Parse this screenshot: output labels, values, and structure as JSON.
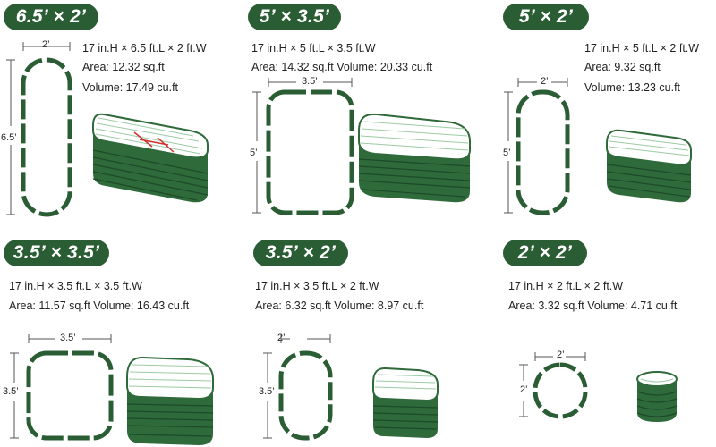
{
  "colors": {
    "green": "#2a5d34",
    "green_light": "#4c8a56",
    "frame": "#2f6a3a",
    "text": "#222222"
  },
  "panels": [
    {
      "title": "6.5’ × 2’",
      "line1": "17 in.H × 6.5 ft.L × 2 ft.W",
      "line2": "Area: 12.32 sq.ft",
      "line3": "Volume: 17.49 cu.ft",
      "width_label": "2’",
      "length_label": "6.5’"
    },
    {
      "title": "5’ × 3.5’",
      "line1": "17 in.H × 5 ft.L × 3.5 ft.W",
      "line2": "Area: 14.32 sq.ft Volume: 20.33 cu.ft",
      "width_label": "3.5’",
      "length_label": "5’"
    },
    {
      "title": "5’ × 2’",
      "line1": "17 in.H × 5 ft.L × 2 ft.W",
      "line2": "Area: 9.32 sq.ft",
      "line3": "Volume: 13.23 cu.ft",
      "width_label": "2’",
      "length_label": "5’"
    },
    {
      "title": "3.5’ × 3.5’",
      "line1": "17 in.H × 3.5 ft.L × 3.5 ft.W",
      "line2": "Area: 11.57 sq.ft Volume: 16.43 cu.ft",
      "width_label": "3.5’",
      "length_label": "3.5’"
    },
    {
      "title": "3.5’ × 2’",
      "line1": "17 in.H × 3.5 ft.L × 2 ft.W",
      "line2": "Area: 6.32 sq.ft Volume: 8.97 cu.ft",
      "width_label": "2’",
      "length_label": "3.5’"
    },
    {
      "title": "2’ × 2’",
      "line1": "17 in.H × 2 ft.L × 2 ft.W",
      "line2": "Area: 3.32 sq.ft Volume: 4.71 cu.ft",
      "width_label": "2’",
      "length_label": "2’"
    }
  ]
}
